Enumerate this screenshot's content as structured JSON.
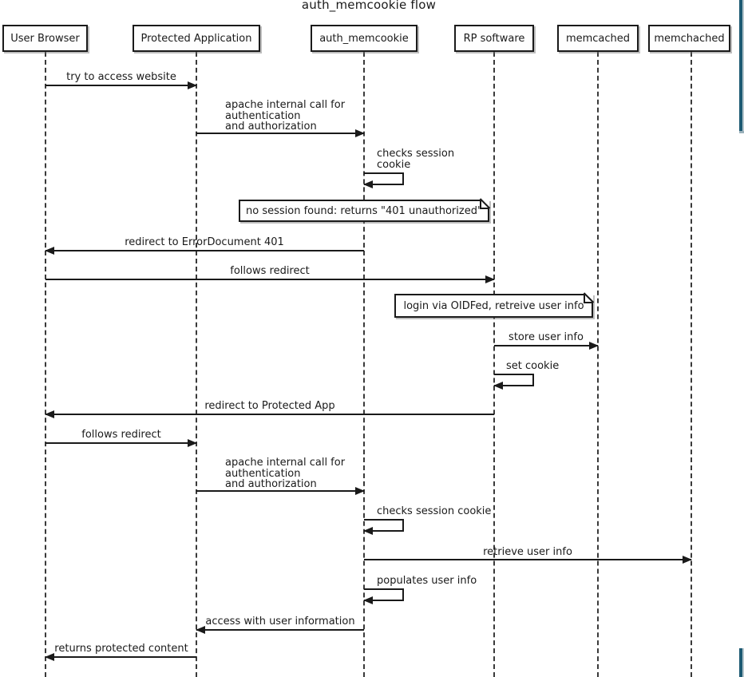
{
  "title": "auth_memcookie flow",
  "actors": [
    "User Browser",
    "Protected Application",
    "auth_memcookie",
    "RP software",
    "memcached",
    "memchached"
  ],
  "messages": [
    "try to access website",
    "apache internal call for\nauthentication\nand authorization",
    "checks session\ncookie",
    "redirect to ErrorDocument 401",
    "follows redirect",
    "store user info",
    "set cookie",
    "redirect to Protected App",
    "follows redirect",
    "apache internal call for\nauthentication\nand authorization",
    "checks session cookie",
    "retrieve user info",
    "populates user info",
    "access with user information",
    "returns protected content"
  ],
  "notes": [
    "no session found: returns \"401 unauthorized\"",
    "login via OIDFed, retreive user info"
  ],
  "colors": {
    "line": "#1a1a1a",
    "scrollbar_dark": "#1d5a73",
    "scrollbar_light": "#b7c6cc"
  }
}
